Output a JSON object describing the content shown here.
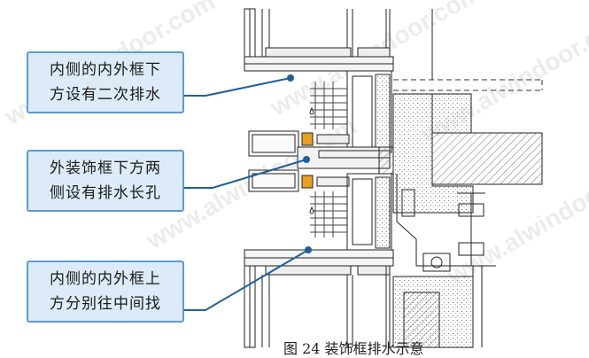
{
  "callouts": [
    {
      "line1": "内侧的内外框下",
      "line2": "方设有二次排水"
    },
    {
      "line1": "外装饰框下方两",
      "line2": "侧设有排水长孔"
    },
    {
      "line1": "内侧的内外框上",
      "line2": "方分别往中间找"
    }
  ],
  "caption": "图 24 装饰框排水示意",
  "watermark": "www.alwindoor.com",
  "colors": {
    "callout_fill": "#dcebf7",
    "callout_border": "#5b9bd5",
    "leader": "#1f5f9a",
    "drawing": "#222222",
    "accent": "#e8a020"
  }
}
